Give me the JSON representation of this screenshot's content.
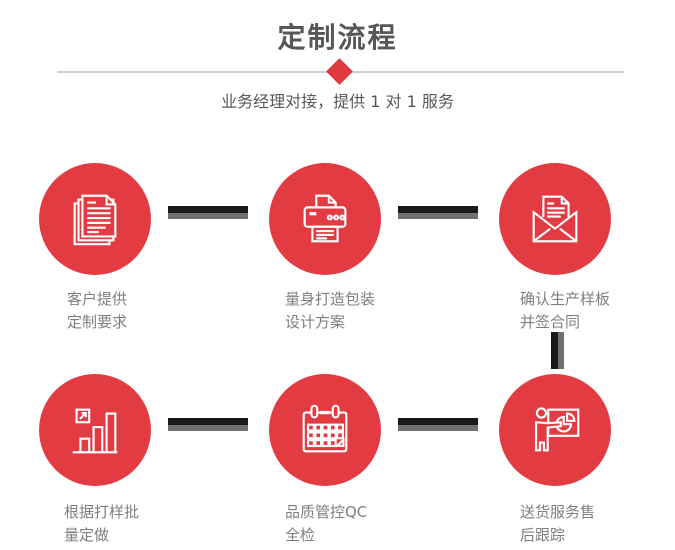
{
  "page": {
    "title": "定制流程",
    "subtitle": "业务经理对接，提供 1 对 1 服务"
  },
  "colors": {
    "accent_red": "#E23C42",
    "title_gray": "#57575B",
    "label_gray": "#7F7F7F",
    "divider_gray": "#CFCFCF",
    "connector_black": "#191919",
    "connector_gray": "#707070",
    "background": "#FFFFFF"
  },
  "steps": [
    {
      "icon": "documents-icon",
      "lines": [
        "客户提供",
        "定制要求"
      ]
    },
    {
      "icon": "printer-icon",
      "lines": [
        "量身打造包装",
        "设计方案"
      ]
    },
    {
      "icon": "envelope-icon",
      "lines": [
        "确认生产样板",
        "并签合同"
      ]
    },
    {
      "icon": "bar-chart-icon",
      "lines": [
        "根据打样批",
        "量定做"
      ]
    },
    {
      "icon": "calendar-icon",
      "lines": [
        "品质管控QC",
        "全检"
      ]
    },
    {
      "icon": "presentation-icon",
      "lines": [
        "送货服务售",
        "后跟踪"
      ]
    }
  ]
}
